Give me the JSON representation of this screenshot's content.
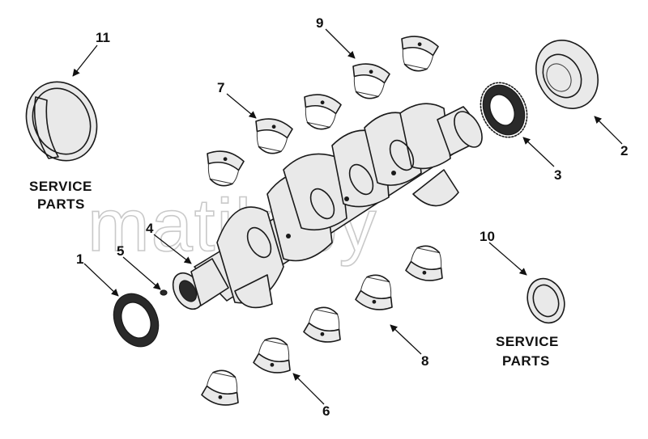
{
  "diagram": {
    "callouts": [
      {
        "id": "1",
        "label": "1"
      },
      {
        "id": "2",
        "label": "2"
      },
      {
        "id": "3",
        "label": "3"
      },
      {
        "id": "4",
        "label": "4"
      },
      {
        "id": "5",
        "label": "5"
      },
      {
        "id": "6",
        "label": "6"
      },
      {
        "id": "7",
        "label": "7"
      },
      {
        "id": "8",
        "label": "8"
      },
      {
        "id": "9",
        "label": "9"
      },
      {
        "id": "10",
        "label": "10"
      },
      {
        "id": "11",
        "label": "11"
      }
    ],
    "service_notes": [
      {
        "line1": "SERVICE",
        "line2": "PARTS"
      },
      {
        "line1": "SERVICE",
        "line2": "PARTS"
      }
    ],
    "watermark": "matik.by"
  }
}
